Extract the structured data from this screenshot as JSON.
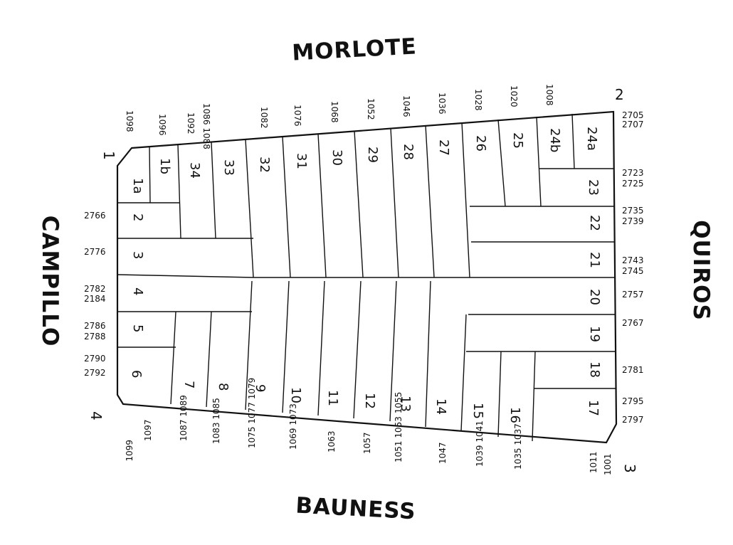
{
  "streets": {
    "north": "MORLOTE",
    "south": "BAUNESS",
    "west": "CAMPILLO",
    "east": "QUIROS"
  },
  "corners": {
    "c1": "1",
    "c2": "2",
    "c3": "3",
    "c4": "4"
  },
  "lots": [
    "1a",
    "1b",
    "34",
    "33",
    "32",
    "31",
    "30",
    "29",
    "28",
    "27",
    "26",
    "25",
    "24b",
    "24a",
    "23",
    "22",
    "21",
    "20",
    "19",
    "18",
    "17",
    "16",
    "15",
    "14",
    "13",
    "12",
    "11",
    "10",
    "9",
    "8",
    "7",
    "6",
    "5",
    "4",
    "3",
    "2"
  ],
  "addresses": {
    "north": [
      "1098",
      "1096",
      "1092",
      "1086 1088",
      "1082",
      "1076",
      "1068",
      "1052",
      "1046",
      "1036",
      "1028",
      "1020",
      "1008"
    ],
    "south": [
      "1099",
      "1097",
      "1087 1089",
      "1083 1085",
      "1075 1077 1079",
      "1069 1073",
      "1063",
      "1057",
      "1051 1053 1055",
      "1047",
      "1039 1041",
      "1035 1037",
      "1011",
      "1001"
    ],
    "west": [
      "2766",
      "2776",
      "2782",
      "2184",
      "2786",
      "2788",
      "2790",
      "2792"
    ],
    "east": [
      "2705",
      "2707",
      "2723",
      "2725",
      "2735",
      "2739",
      "2743",
      "2745",
      "2757",
      "2767",
      "2781",
      "2795",
      "2797"
    ]
  }
}
